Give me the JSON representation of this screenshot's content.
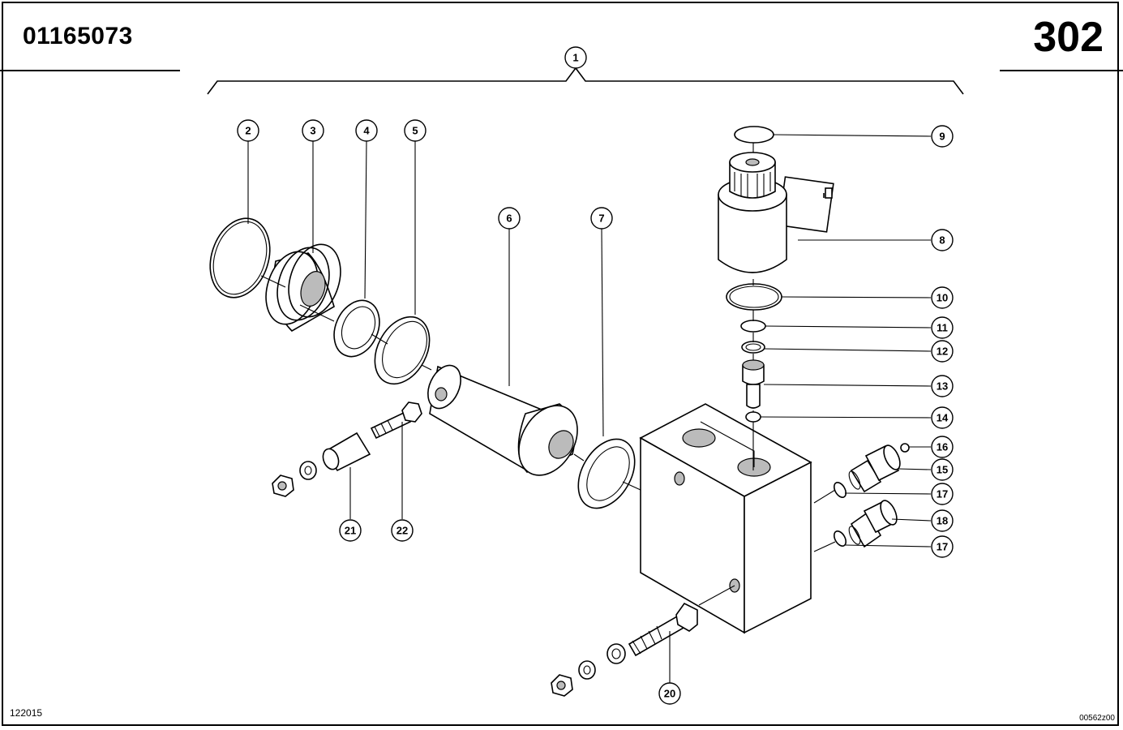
{
  "header": {
    "part_number": "01165073",
    "page_number": "302"
  },
  "footer": {
    "left_code": "122015",
    "right_code": "00562z00"
  },
  "callouts": [
    "1",
    "2",
    "3",
    "4",
    "5",
    "6",
    "7",
    "8",
    "9",
    "10",
    "11",
    "12",
    "13",
    "14",
    "15",
    "16",
    "17",
    "17",
    "18",
    "20",
    "21",
    "22"
  ]
}
